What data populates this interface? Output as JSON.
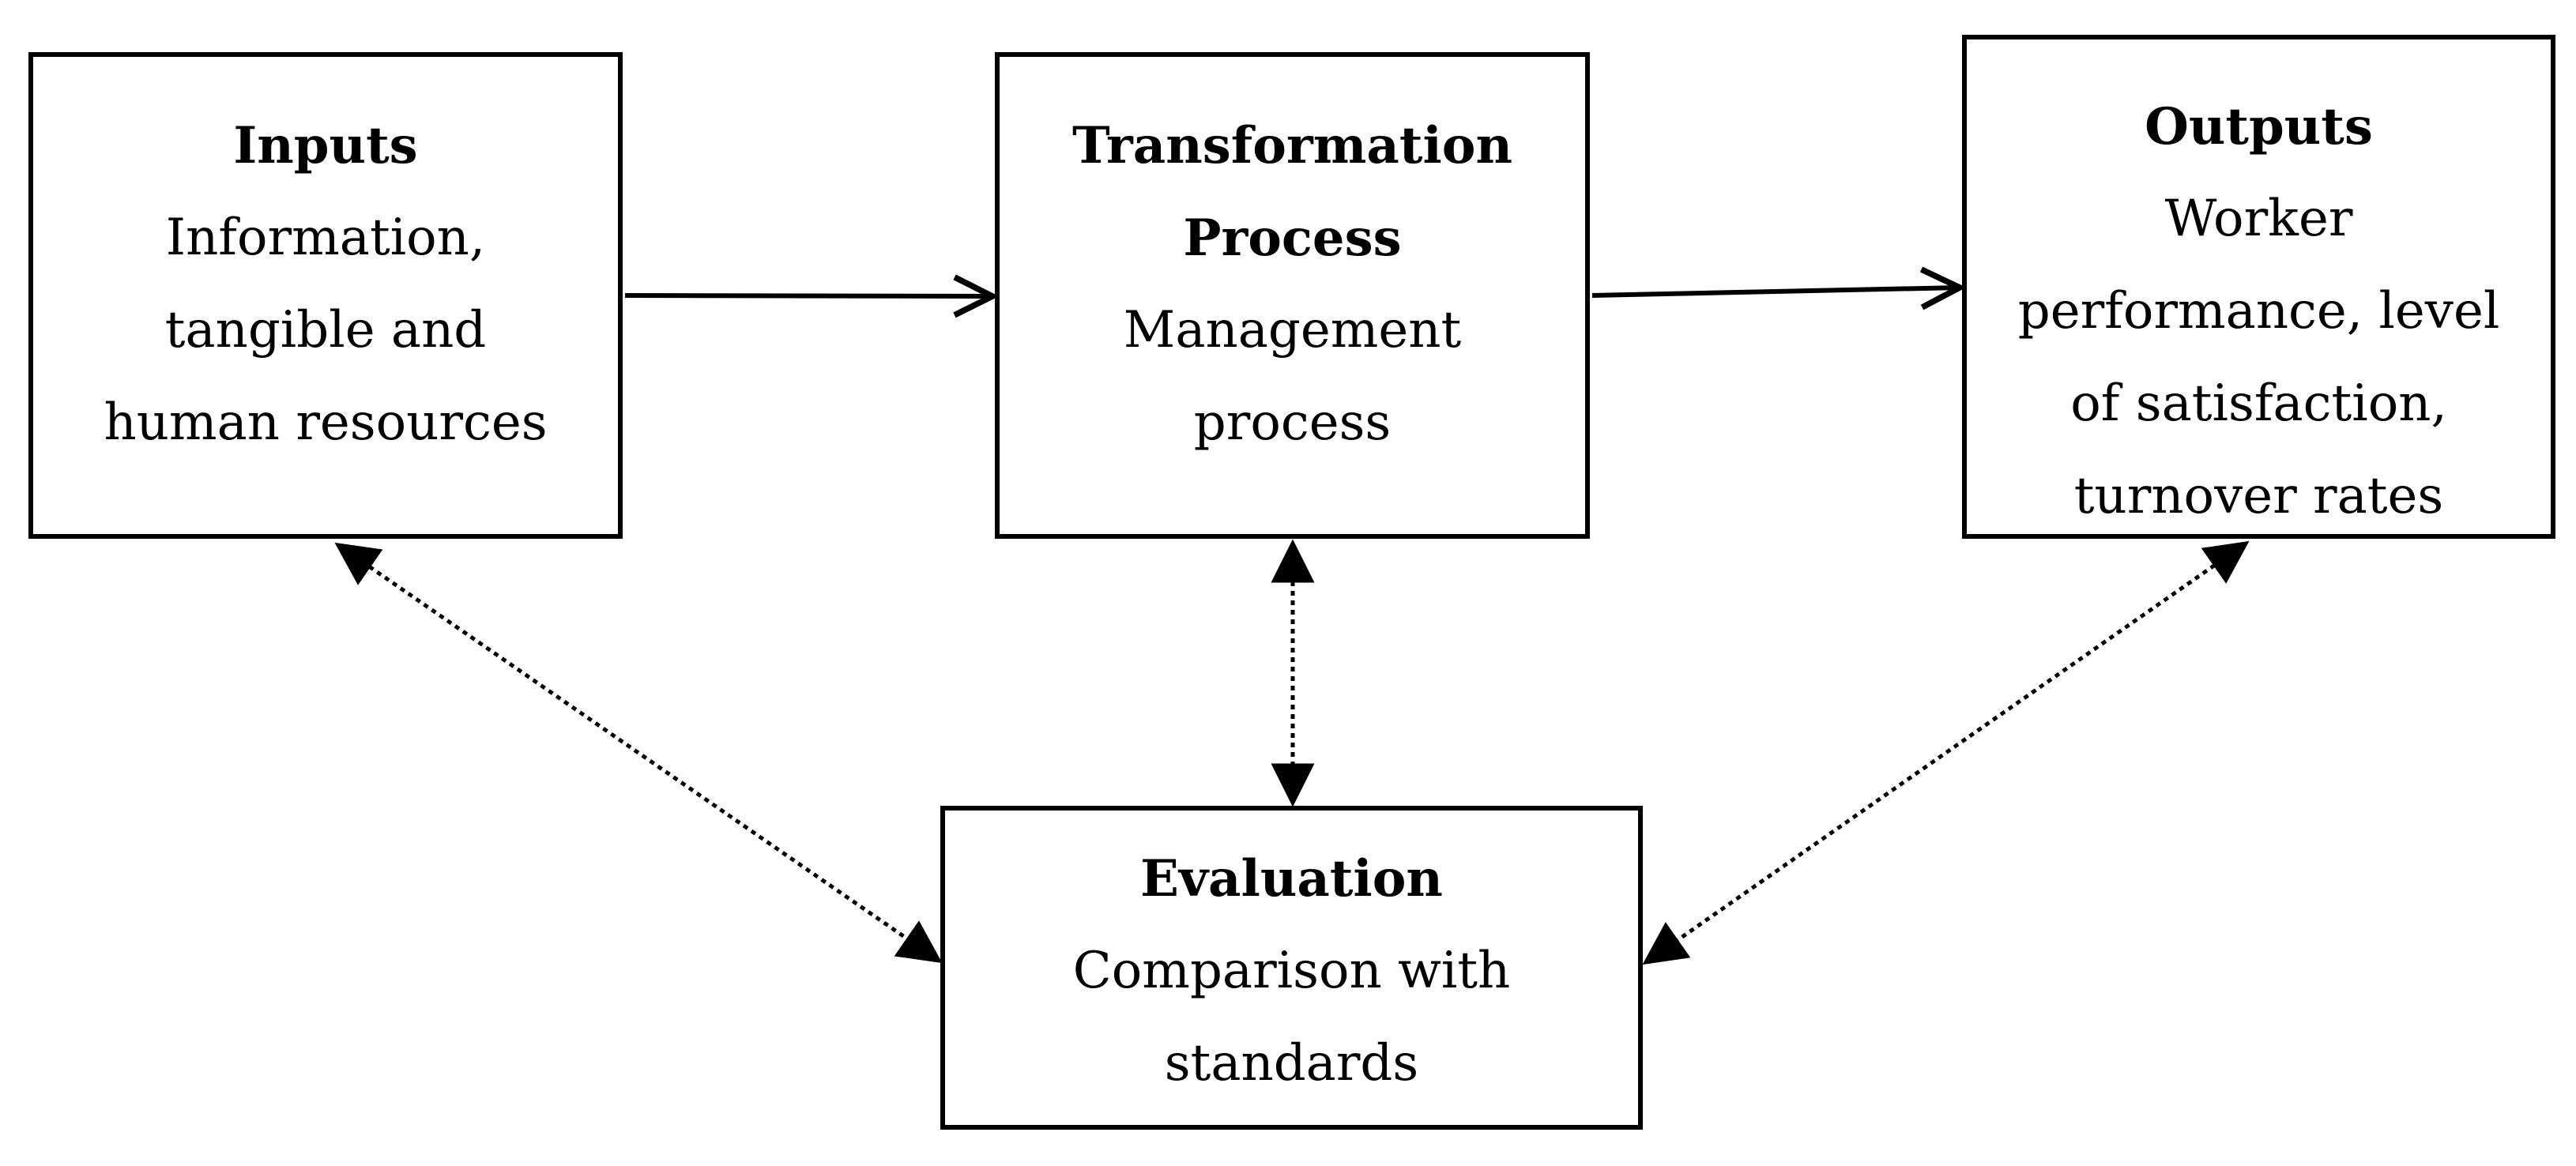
{
  "diagram": {
    "nodes": {
      "inputs": {
        "title": "Inputs",
        "lines": [
          "Information,",
          "tangible and",
          "human resources"
        ]
      },
      "transformation": {
        "title_lines": [
          "Transformation",
          "Process"
        ],
        "lines": [
          "Management",
          "process"
        ]
      },
      "outputs": {
        "title": "Outputs",
        "lines": [
          "Worker",
          "performance, level",
          "of satisfaction,",
          "turnover rates"
        ]
      },
      "evaluation": {
        "title": "Evaluation",
        "lines": [
          "Comparison with",
          "standards"
        ]
      }
    },
    "edges": [
      {
        "from": "inputs",
        "to": "transformation",
        "style": "solid",
        "direction": "forward"
      },
      {
        "from": "transformation",
        "to": "outputs",
        "style": "solid",
        "direction": "forward"
      },
      {
        "from": "inputs",
        "to": "evaluation",
        "style": "dotted",
        "direction": "both"
      },
      {
        "from": "transformation",
        "to": "evaluation",
        "style": "dotted",
        "direction": "both"
      },
      {
        "from": "outputs",
        "to": "evaluation",
        "style": "dotted",
        "direction": "both"
      }
    ],
    "colors": {
      "stroke": "#000000",
      "background": "#ffffff"
    }
  }
}
